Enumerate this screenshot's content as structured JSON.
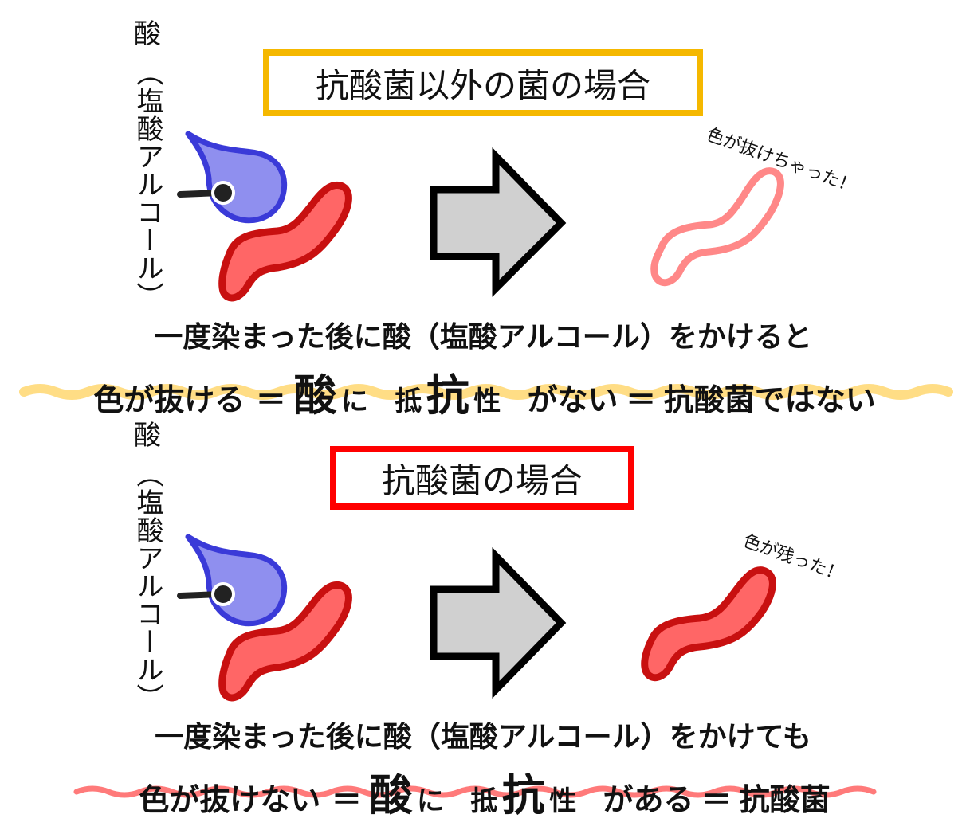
{
  "colors": {
    "top_box_border": "#f5b800",
    "bottom_box_border": "#ff0000",
    "acid_fill": "#8f8fef",
    "acid_stroke": "#3a3ad8",
    "bacteria_fill": "#ff6666",
    "bacteria_stroke": "#c81010",
    "faded_stroke": "#ff8888",
    "arrow_fill": "#d0d0d0",
    "wave_yellow": "#ffd978",
    "wave_red": "#ff6b6b"
  },
  "top": {
    "acid_label_main": "酸",
    "acid_label_paren": "（塩酸アルコール）",
    "title": "抗酸菌以外の菌の場合",
    "comment": "色が抜けちゃった！",
    "sentence": "一度染まった後に酸（塩酸アルコール）をかけると",
    "result": {
      "p1": "色が抜ける",
      "eq1": "＝",
      "k1": "酸",
      "k2": "に",
      "k3": "抵",
      "k4": "抗",
      "k5": "性",
      "p2": "がない",
      "eq2": "＝",
      "p3": "抗酸菌ではない"
    }
  },
  "bottom": {
    "acid_label_main": "酸",
    "acid_label_paren": "（塩酸アルコール）",
    "title": "抗酸菌の場合",
    "comment": "色が残った！",
    "sentence": "一度染まった後に酸（塩酸アルコール）をかけても",
    "result": {
      "p1": "色が抜けない",
      "eq1": "＝",
      "k1": "酸",
      "k2": "に",
      "k3": "抵",
      "k4": "抗",
      "k5": "性",
      "p2": "がある",
      "eq2": "＝",
      "p3": "抗酸菌"
    }
  }
}
